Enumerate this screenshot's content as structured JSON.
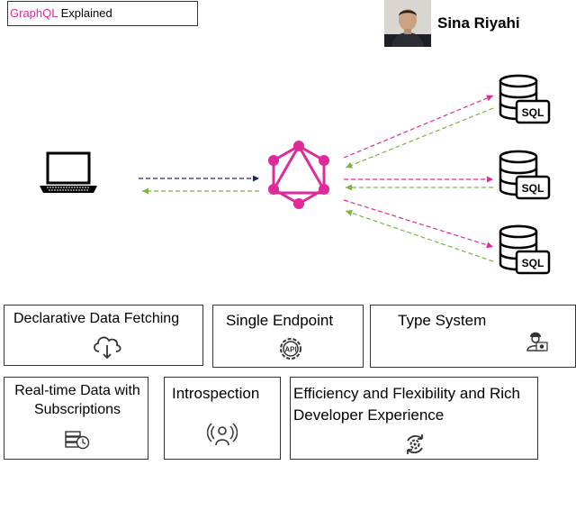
{
  "header": {
    "title_highlight": "GraphQL",
    "title_rest": " Explained",
    "author_name": "Sina Riyahi"
  },
  "diagram": {
    "db_label": "SQL",
    "request_color": "#e0299a",
    "response_color": "#7cb342",
    "client_request_color": "#1a237e",
    "graphql_color": "#e0299a"
  },
  "features": [
    {
      "label": "Declarative Data Fetching",
      "icon": "cloud-download-icon"
    },
    {
      "label": "Single Endpoint",
      "icon": "api-gear-icon"
    },
    {
      "label": "Type System",
      "icon": "engineer-icon"
    },
    {
      "label": "Real-time Data with Subscriptions",
      "icon": "server-clock-icon"
    },
    {
      "label": "Introspection",
      "icon": "person-broadcast-icon"
    },
    {
      "label": "Efficiency and Flexibility  and Rich Developer Experience",
      "icon": "gear-cycle-icon"
    }
  ]
}
